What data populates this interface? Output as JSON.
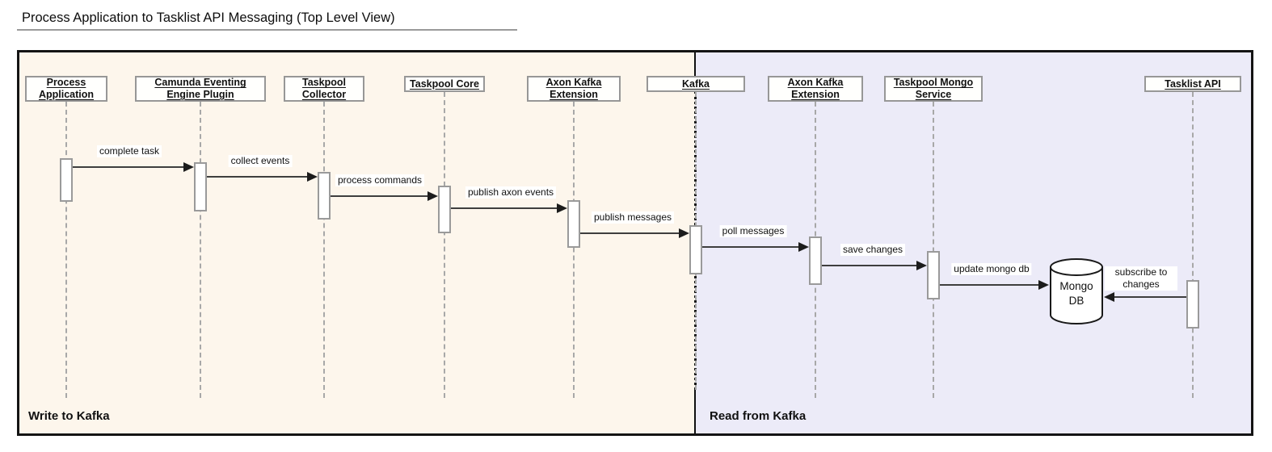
{
  "title": "Process Application to Tasklist API Messaging (Top Level View)",
  "regions": {
    "left": {
      "label": "Write to Kafka",
      "bg_color": "#fdf6ec"
    },
    "right": {
      "label": "Read from Kafka",
      "bg_color": "#ecebf8"
    }
  },
  "participants": [
    {
      "name": "Process Application"
    },
    {
      "name": "Camunda Eventing Engine Plugin"
    },
    {
      "name": "Taskpool Collector"
    },
    {
      "name": "Taskpool Core"
    },
    {
      "name": "Axon Kafka Extension"
    },
    {
      "name": "Kafka"
    },
    {
      "name": "Axon Kafka Extension"
    },
    {
      "name": "Taskpool Mongo Service"
    },
    {
      "name": "Tasklist API"
    }
  ],
  "datastore": {
    "label": "Mongo DB"
  },
  "messages": [
    {
      "label": "complete task",
      "from": "Process Application",
      "to": "Camunda Eventing Engine Plugin",
      "direction": "right"
    },
    {
      "label": "collect events",
      "from": "Camunda Eventing Engine Plugin",
      "to": "Taskpool Collector",
      "direction": "right"
    },
    {
      "label": "process commands",
      "from": "Taskpool Collector",
      "to": "Taskpool Core",
      "direction": "right"
    },
    {
      "label": "publish axon events",
      "from": "Taskpool Core",
      "to": "Axon Kafka Extension",
      "direction": "right"
    },
    {
      "label": "publish messages",
      "from": "Axon Kafka Extension",
      "to": "Kafka",
      "direction": "right"
    },
    {
      "label": "poll messages",
      "from": "Kafka",
      "to": "Axon Kafka Extension",
      "direction": "right"
    },
    {
      "label": "save changes",
      "from": "Axon Kafka Extension",
      "to": "Taskpool Mongo Service",
      "direction": "right"
    },
    {
      "label": "update mongo db",
      "from": "Taskpool Mongo Service",
      "to": "Mongo DB",
      "direction": "right"
    },
    {
      "label": "subscribe to changes",
      "from": "Tasklist API",
      "to": "Mongo DB",
      "direction": "left"
    }
  ],
  "colors": {
    "frame_border": "#141414",
    "lifeline": "#a8a8a8",
    "arrow": "#1c1c1c",
    "box_border": "#979797"
  }
}
